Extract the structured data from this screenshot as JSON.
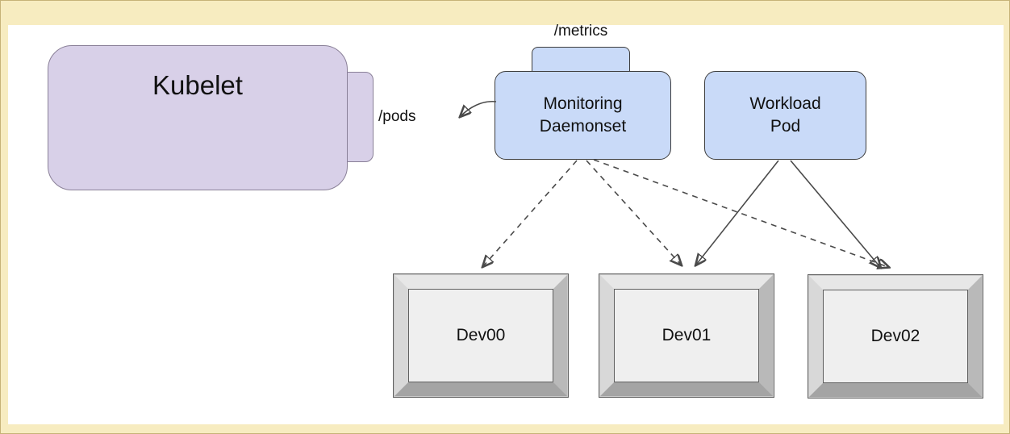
{
  "diagram": {
    "nodes": {
      "kubelet": {
        "label": "Kubelet",
        "endpoint": "/pods"
      },
      "monitoring": {
        "line1": "Monitoring",
        "line2": "Daemonset",
        "endpoint": "/metrics"
      },
      "workload": {
        "line1": "Workload",
        "line2": "Pod"
      },
      "devices": [
        {
          "label": "Dev00"
        },
        {
          "label": "Dev01"
        },
        {
          "label": "Dev02"
        }
      ]
    },
    "edges": [
      {
        "from": "monitoring-daemonset",
        "to": "kubelet:/pods",
        "style": "solid"
      },
      {
        "from": "monitoring-daemonset",
        "to": "Dev00",
        "style": "dashed"
      },
      {
        "from": "monitoring-daemonset",
        "to": "Dev01",
        "style": "dashed"
      },
      {
        "from": "monitoring-daemonset",
        "to": "Dev02",
        "style": "dashed"
      },
      {
        "from": "workload-pod",
        "to": "Dev01",
        "style": "solid"
      },
      {
        "from": "workload-pod",
        "to": "Dev02",
        "style": "solid"
      }
    ],
    "colors": {
      "frame": "#f7ecc0",
      "kubelet_fill": "#d8d0e8",
      "pod_fill": "#c9daf8",
      "device_fill": "#efefef",
      "arrow": "#4a4a4a"
    }
  }
}
